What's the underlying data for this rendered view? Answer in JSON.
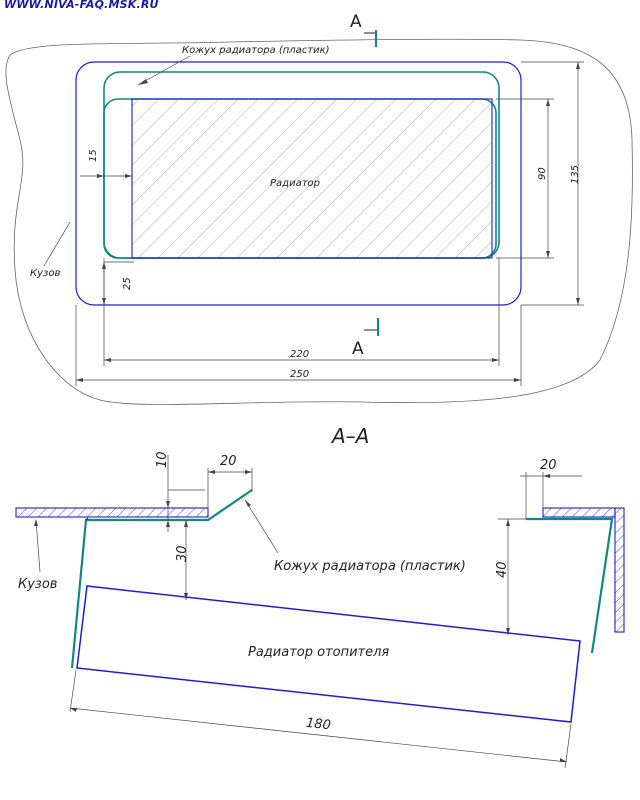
{
  "watermark": "WWW.NIVA-FAQ.MSK.RU",
  "plan": {
    "section_mark_top": "A",
    "section_mark_bottom": "A",
    "shroud_label": "Кожух радиатора (пластик)",
    "radiator_label": "Радиатор",
    "body_label": "Кузов",
    "dims": {
      "d15": "15",
      "d25": "25",
      "d90": "90",
      "d135": "135",
      "d220": "220",
      "d250": "250"
    }
  },
  "section": {
    "title": "А–А",
    "shroud_label": "Кожух радиатора (пластик)",
    "body_label": "Кузов",
    "radiator_label": "Радиатор отопителя",
    "dims": {
      "d10": "10",
      "d20_left": "20",
      "d20_right": "20",
      "d30": "30",
      "d40": "40",
      "d180": "180"
    }
  },
  "colors": {
    "outline_blue": "#1e1ed0",
    "shroud_teal": "#11877f",
    "dimension": "#444444"
  }
}
